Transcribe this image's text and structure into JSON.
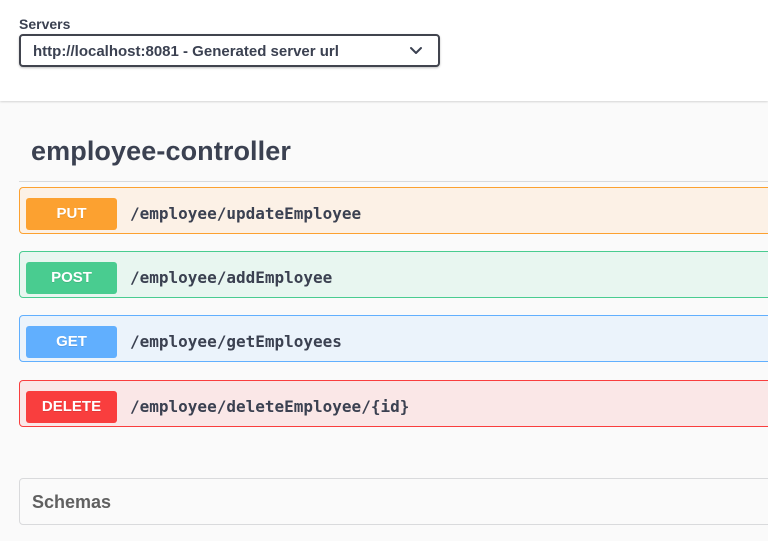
{
  "servers": {
    "label": "Servers",
    "selected": "http://localhost:8081 - Generated server url"
  },
  "tag": {
    "title": "employee-controller"
  },
  "operations": [
    {
      "method": "PUT",
      "path": "/employee/updateEmployee",
      "color": "#fca130"
    },
    {
      "method": "POST",
      "path": "/employee/addEmployee",
      "color": "#49cc90"
    },
    {
      "method": "GET",
      "path": "/employee/getEmployees",
      "color": "#61affe"
    },
    {
      "method": "DELETE",
      "path": "/employee/deleteEmployee/{id}",
      "color": "#f93e3e"
    }
  ],
  "schemas": {
    "title": "Schemas"
  }
}
